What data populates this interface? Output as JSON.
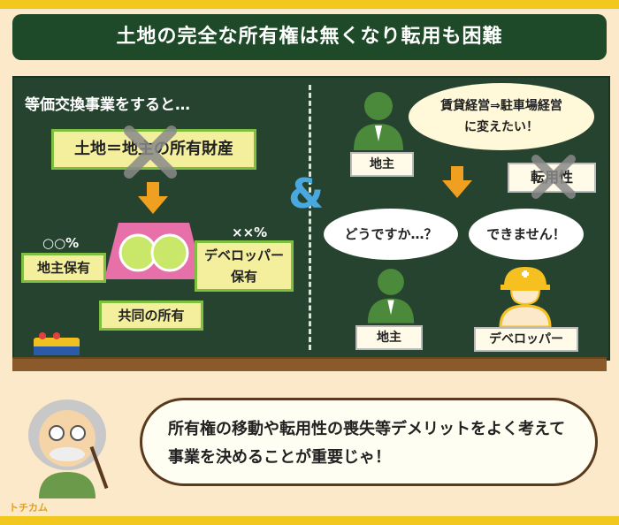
{
  "title": "土地の完全な所有権は無くなり転用も困難",
  "left": {
    "lead": "等価交換事業をすると…",
    "ownership_box": "土地＝地主の所有財産",
    "pct_landowner": "○○%",
    "pct_developer": "××%",
    "landowner_holding": "地主保有",
    "developer_holding_line1": "デベロッパー",
    "developer_holding_line2": "保有",
    "joint": "共同の所有"
  },
  "right": {
    "thought_line1": "賃貸経営⇒駐車場経営",
    "thought_line2": "に変えたい！",
    "landowner_label_top": "地主",
    "conversion": "転用性",
    "question": "どうですか…？",
    "answer": "できません！",
    "landowner_label_bottom": "地主",
    "developer_label": "デベロッパー"
  },
  "ampersand": "&",
  "advice_line1": "所有権の移動や転用性の喪失等デメリットをよく考えて",
  "advice_line2": "事業を決めることが重要じゃ！",
  "logo": "トチカム",
  "colors": {
    "board": "#26432f",
    "title": "#1e4a2a",
    "accent": "#f2c81e",
    "arrow": "#f0a020"
  }
}
